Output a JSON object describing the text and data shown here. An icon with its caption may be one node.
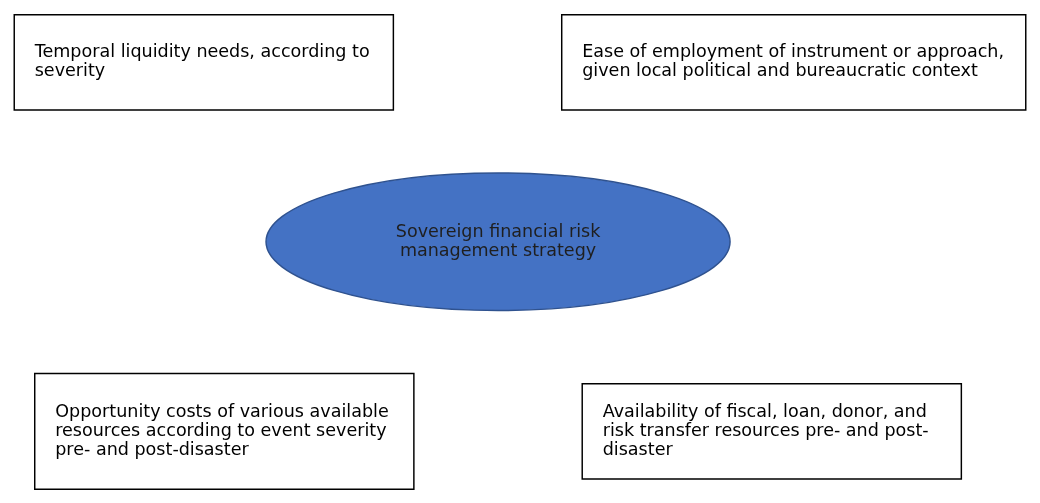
{
  "diagram": {
    "nodes": [
      {
        "text": [
          "Temporal liquidity needs, according to severity"
        ]
      },
      {
        "text": [
          "Ease of employment of instrument or approach, given local political and bureaucratic context"
        ]
      },
      {
        "text": [
          "Sovereign financial risk management strategy"
        ]
      },
      {
        "text": [
          "Opportunity costs of various available resources according to event severity pre- and post-disaster"
        ]
      },
      {
        "text": [
          "Availability of fiscal, loan, donor, and risk transfer resources pre- and post-disaster"
        ]
      }
    ]
  }
}
